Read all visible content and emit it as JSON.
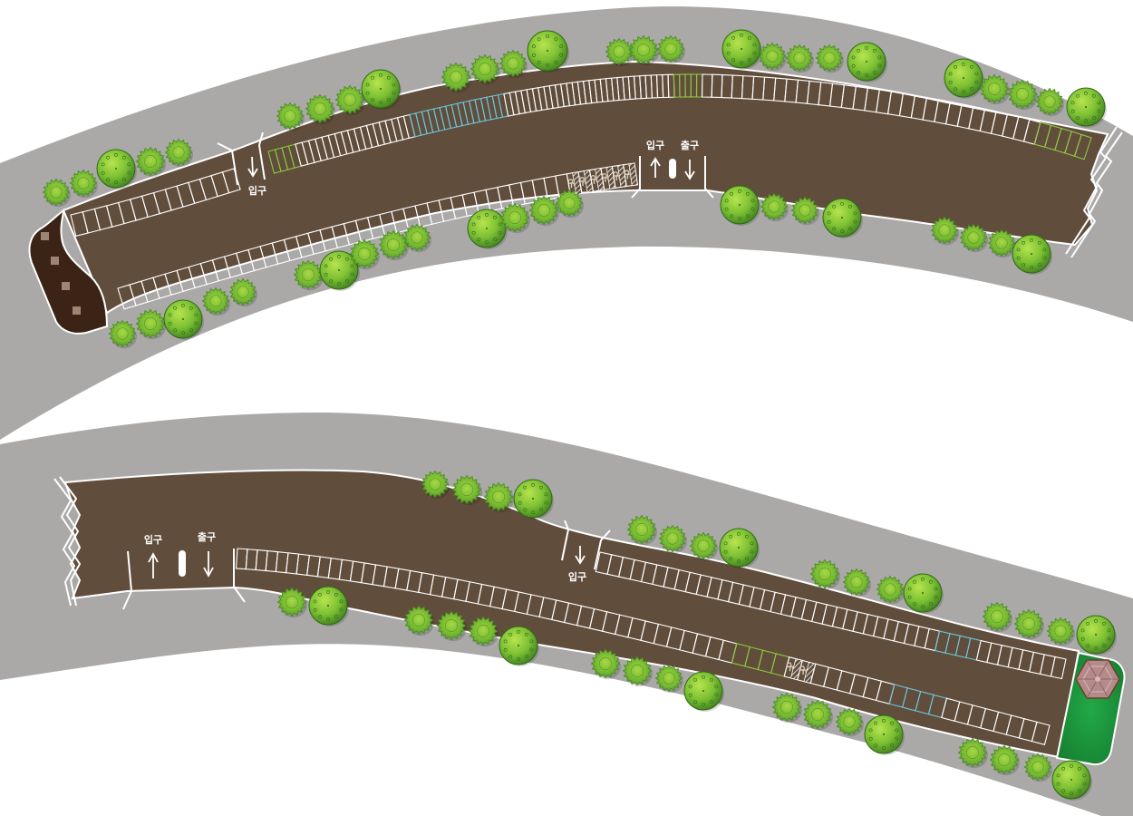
{
  "colors": {
    "background": "#ffffff",
    "sidewalk": "#aaa9a8",
    "asphalt": "#614d3b",
    "end_cap": "#3b2415",
    "end_cap_block": "#9c8572",
    "curb_line": "#ffffff",
    "stall_standard": "#ffffff",
    "stall_compact": "#8cc63f",
    "stall_family": "#6cc5dc",
    "stall_accessible_symbol": "#d8cbb8",
    "tree_light": "#9ad53a",
    "tree_dark": "#3d7d1e",
    "lawn": "#1f9a3f",
    "gazebo": "#b58a8a"
  },
  "upper_lot": {
    "entrance_west": {
      "label": "입구",
      "arrow": "down-arrow"
    },
    "gate_east": {
      "entry_label": "입구",
      "exit_label": "출구",
      "entry_arrow": "up-arrow",
      "exit_arrow": "down-arrow"
    },
    "stall_rows": [
      {
        "name": "upper-west-north-row",
        "type": "standard",
        "count": 14
      },
      {
        "name": "upper-north-row",
        "type": "mixed",
        "segments": [
          {
            "type": "compact",
            "count": 4
          },
          {
            "type": "standard",
            "count": 18
          },
          {
            "type": "family",
            "count": 16
          },
          {
            "type": "standard",
            "count": 30
          },
          {
            "type": "compact",
            "count": 5
          }
        ]
      },
      {
        "name": "upper-south-row",
        "type": "mixed",
        "segments": [
          {
            "type": "standard",
            "count": 38
          },
          {
            "type": "accessible",
            "count": 6
          }
        ]
      }
    ]
  },
  "lower_lot": {
    "gate_west": {
      "entry_label": "입구",
      "exit_label": "출구",
      "entry_arrow": "up-arrow",
      "exit_arrow": "down-arrow"
    },
    "entrance_middle": {
      "label": "입구",
      "arrow": "down-arrow"
    },
    "stall_rows": [
      {
        "name": "lower-north-row",
        "type": "mixed",
        "segments": [
          {
            "type": "standard",
            "count": 32
          },
          {
            "type": "family",
            "count": 4
          },
          {
            "type": "standard",
            "count": 8
          }
        ]
      },
      {
        "name": "lower-south-row",
        "type": "mixed",
        "segments": [
          {
            "type": "standard",
            "count": 42
          },
          {
            "type": "compact",
            "count": 4
          },
          {
            "type": "accessible",
            "count": 2
          },
          {
            "type": "standard",
            "count": 6
          },
          {
            "type": "family",
            "count": 4
          },
          {
            "type": "standard",
            "count": 8
          }
        ]
      }
    ],
    "park_feature": {
      "name": "gazebo",
      "icon": "hexagon-gazebo-icon"
    }
  }
}
